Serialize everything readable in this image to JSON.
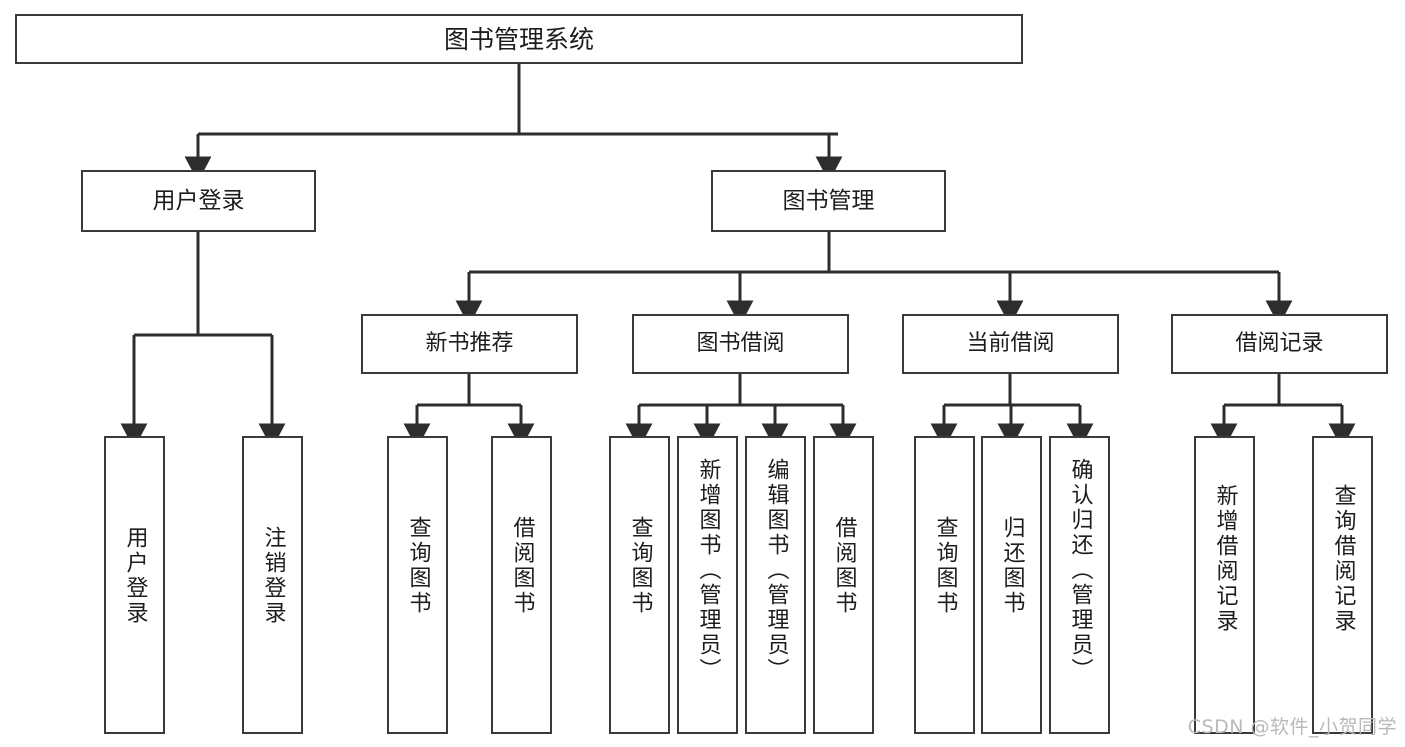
{
  "diagram": {
    "title": "图书管理系统",
    "type": "tree",
    "root": {
      "label": "图书管理系统"
    },
    "level2": [
      {
        "label": "用户登录"
      },
      {
        "label": "图书管理"
      }
    ],
    "level3": [
      {
        "label": "新书推荐"
      },
      {
        "label": "图书借阅"
      },
      {
        "label": "当前借阅"
      },
      {
        "label": "借阅记录"
      }
    ],
    "leaves": {
      "user_login": [
        {
          "label": "用户登录"
        },
        {
          "label": "注销登录"
        }
      ],
      "new_book_recommend": [
        {
          "label": "查询图书"
        },
        {
          "label": "借阅图书"
        }
      ],
      "book_borrow": [
        {
          "label": "查询图书"
        },
        {
          "label": "新增图书（管理员）"
        },
        {
          "label": "编辑图书（管理员）"
        },
        {
          "label": "借阅图书"
        }
      ],
      "current_borrow": [
        {
          "label": "查询图书"
        },
        {
          "label": "归还图书"
        },
        {
          "label": "确认归还（管理员）"
        }
      ],
      "borrow_record": [
        {
          "label": "新增借阅记录"
        },
        {
          "label": "查询借阅记录"
        }
      ]
    }
  },
  "watermark": {
    "text": "CSDN @软件_小贺同学"
  },
  "colors": {
    "border": "#3a3a3a",
    "text": "#1d1d1d",
    "background": "#ffffff",
    "watermark": "#b9b9b9"
  }
}
